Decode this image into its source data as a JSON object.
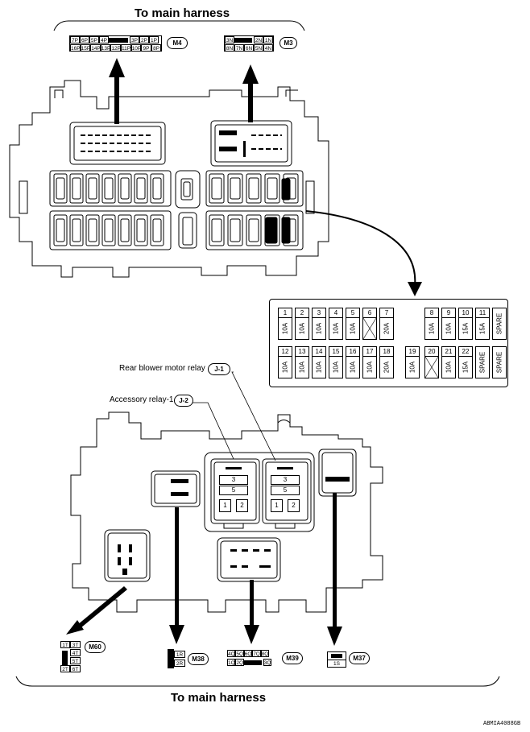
{
  "headers": {
    "top": "To main harness",
    "bottom": "To main harness"
  },
  "connectors": {
    "m4": {
      "label": "M4",
      "top_row": [
        "7P",
        "6P",
        "5P",
        "4P",
        "",
        "3P",
        "2P",
        "1P"
      ],
      "bottom_row": [
        "16P",
        "15P",
        "14P",
        "13P",
        "12P",
        "11P",
        "10P",
        "9P",
        "8P"
      ]
    },
    "m3": {
      "label": "M3",
      "top_row": [
        "3N",
        "",
        "2N",
        "1N"
      ],
      "bottom_row": [
        "8N",
        "7N",
        "6N",
        "5N",
        "4N"
      ]
    },
    "m60": {
      "label": "M60",
      "left": [
        "1T",
        "",
        "",
        "2T"
      ],
      "right": [
        "3T",
        "4T",
        "5T",
        "6T"
      ]
    },
    "m38": {
      "label": "M38",
      "pins": [
        "1R",
        "2R"
      ]
    },
    "m39": {
      "label": "M39",
      "top_row": [
        "4Q",
        "5Q",
        "6Q",
        "7Q",
        "8Q"
      ],
      "bottom_row": [
        "1Q",
        "2Q",
        "",
        "3Q"
      ]
    },
    "m37": {
      "label": "M37",
      "pins": [
        "1S"
      ]
    }
  },
  "relays": {
    "rear_blower": {
      "label": "Rear blower motor relay",
      "badge": "J-1",
      "terminals": [
        "3",
        "5",
        "1",
        "2"
      ]
    },
    "accessory": {
      "label": "Accessory relay-1",
      "badge": "J-2",
      "terminals": [
        "3",
        "5",
        "1",
        "2"
      ]
    }
  },
  "fuses": {
    "row1": [
      {
        "num": "1",
        "val": "10A"
      },
      {
        "num": "2",
        "val": "10A"
      },
      {
        "num": "3",
        "val": "10A"
      },
      {
        "num": "4",
        "val": "10A"
      },
      {
        "num": "5",
        "val": "10A"
      },
      {
        "num": "6",
        "val": ""
      },
      {
        "num": "7",
        "val": "20A"
      },
      {
        "num": "8",
        "val": "10A"
      },
      {
        "num": "9",
        "val": "10A"
      },
      {
        "num": "10",
        "val": "15A"
      },
      {
        "num": "11",
        "val": "15A"
      },
      {
        "num": "",
        "val": "SPARE"
      }
    ],
    "row2": [
      {
        "num": "12",
        "val": "10A"
      },
      {
        "num": "13",
        "val": "10A"
      },
      {
        "num": "14",
        "val": "10A"
      },
      {
        "num": "15",
        "val": "10A"
      },
      {
        "num": "16",
        "val": "10A"
      },
      {
        "num": "17",
        "val": "10A"
      },
      {
        "num": "18",
        "val": "20A"
      },
      {
        "num": "19",
        "val": "10A"
      },
      {
        "num": "20",
        "val": ""
      },
      {
        "num": "21",
        "val": "10A"
      },
      {
        "num": "22",
        "val": "15A"
      },
      {
        "num": "",
        "val": "SPARE"
      },
      {
        "num": "",
        "val": "SPARE"
      }
    ]
  },
  "footer": "ABMIA4088GB"
}
